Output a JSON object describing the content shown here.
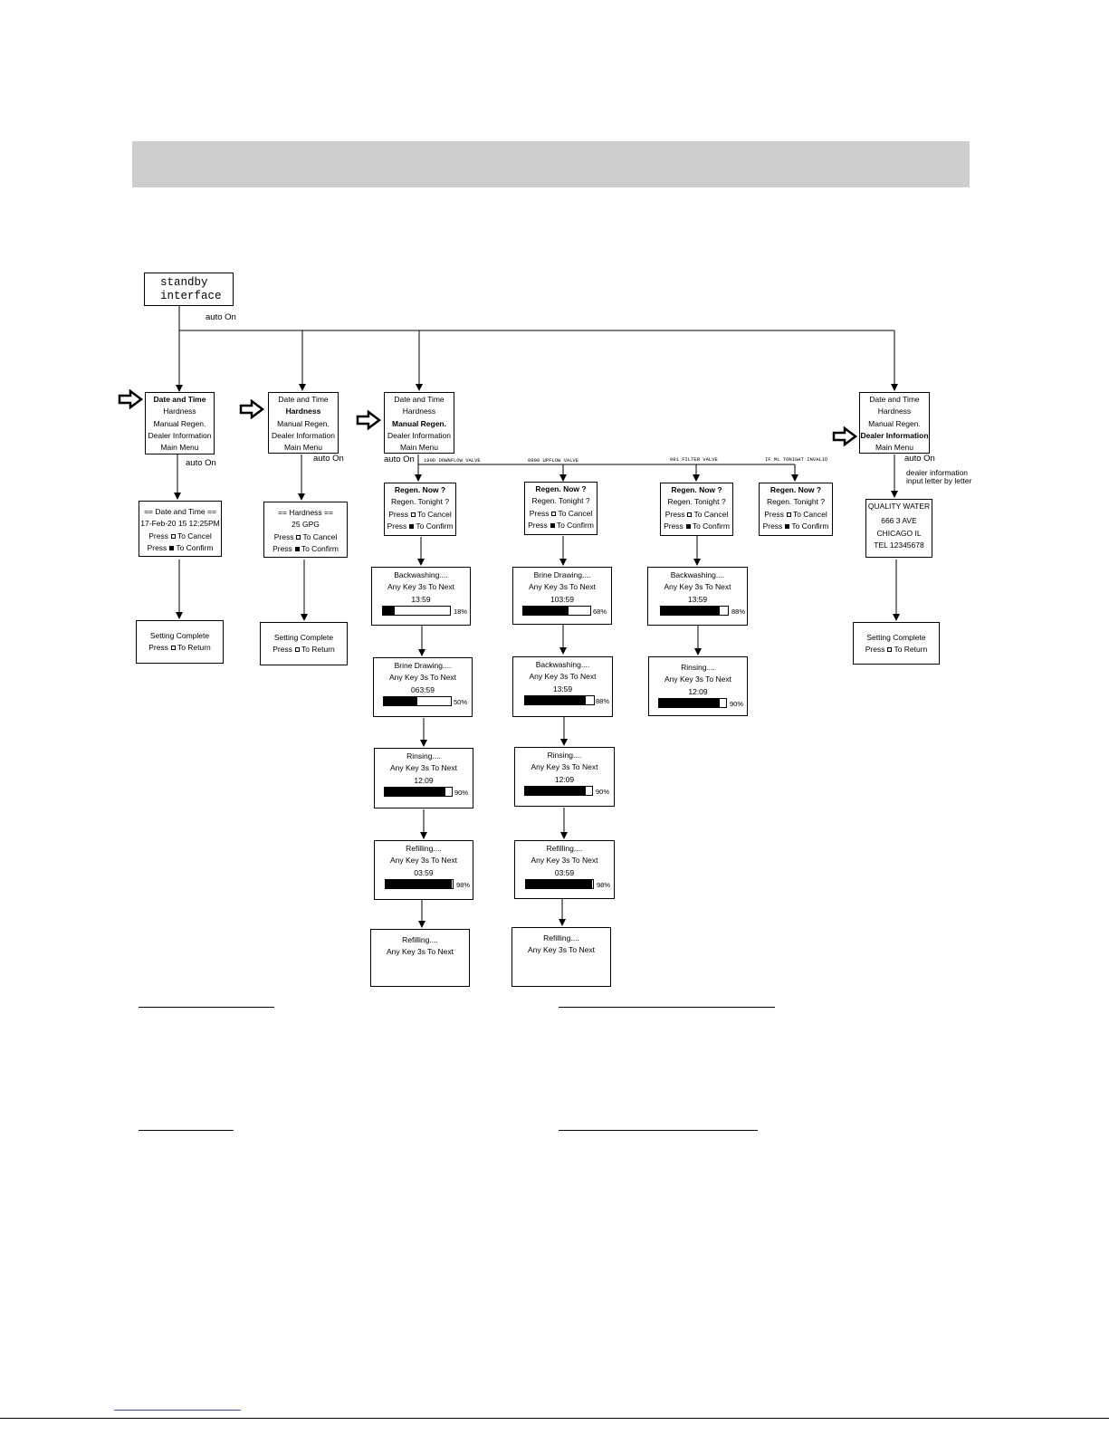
{
  "diagram": {
    "standby": {
      "line1": "standby",
      "line2": "interface"
    },
    "auto_on": "auto On",
    "menu": [
      "Date and Time",
      "Hardness",
      "Manual Regen.",
      "Dealer Information",
      "Main Menu"
    ],
    "date_time": {
      "title": "== Date and Time ==",
      "value": "17-Feb-20  15  12:25PM",
      "cancel": "To Cancel",
      "confirm": "To Confirm"
    },
    "hardness": {
      "title": "== Hardness ==",
      "value": "25  GPG",
      "cancel": "To Cancel",
      "confirm": "To Confirm"
    },
    "press": "Press",
    "setting_complete": {
      "title": "Setting Complete",
      "return": "To Return"
    },
    "valve_labels": [
      "190D DOWNFLOW VALVE",
      "0900 UPFLOW VALVE",
      "091 FILTER VALVE",
      "IF ML TONIGHT INVALID"
    ],
    "regen_confirm": {
      "title": "Regen. Now ?",
      "line2": "Regen. Tonight ?",
      "cancel": "To Cancel",
      "confirm": "To Confirm"
    },
    "any_key": "Any Key 3s To Next",
    "downflow_steps": [
      {
        "title": "Backwashing....",
        "time": "13:59",
        "percent": "18%",
        "progress": 0.18
      },
      {
        "title": "Brine Drawing....",
        "time": "063:59",
        "percent": "50%",
        "progress": 0.5
      },
      {
        "title": "Rinsing....",
        "time": "12:09",
        "percent": "90%",
        "progress": 0.9
      },
      {
        "title": "Refilling....",
        "time": "03:59",
        "percent": "98%",
        "progress": 0.98
      },
      {
        "title": "Refilling...."
      }
    ],
    "upflow_steps": [
      {
        "title": "Brine Drawing....",
        "time": "103:59",
        "percent": "68%",
        "progress": 0.68
      },
      {
        "title": "Backwashing....",
        "time": "13:59",
        "percent": "88%",
        "progress": 0.88
      },
      {
        "title": "Rinsing....",
        "time": "12:09",
        "percent": "90%",
        "progress": 0.9
      },
      {
        "title": "Refilling....",
        "time": "03:59",
        "percent": "98%",
        "progress": 0.98
      },
      {
        "title": "Refilling...."
      }
    ],
    "filter_steps": [
      {
        "title": "Backwashing....",
        "time": "13:59",
        "percent": "88%",
        "progress": 0.88
      },
      {
        "title": "Rinsing....",
        "time": "12:09",
        "percent": "90%",
        "progress": 0.9
      }
    ],
    "dealer_note": [
      "dealer information",
      "input letter by letter"
    ],
    "dealer": [
      "QUALITY WATER",
      "666 3   AVE",
      "CHICAGO IL",
      "TEL 12345678"
    ]
  }
}
